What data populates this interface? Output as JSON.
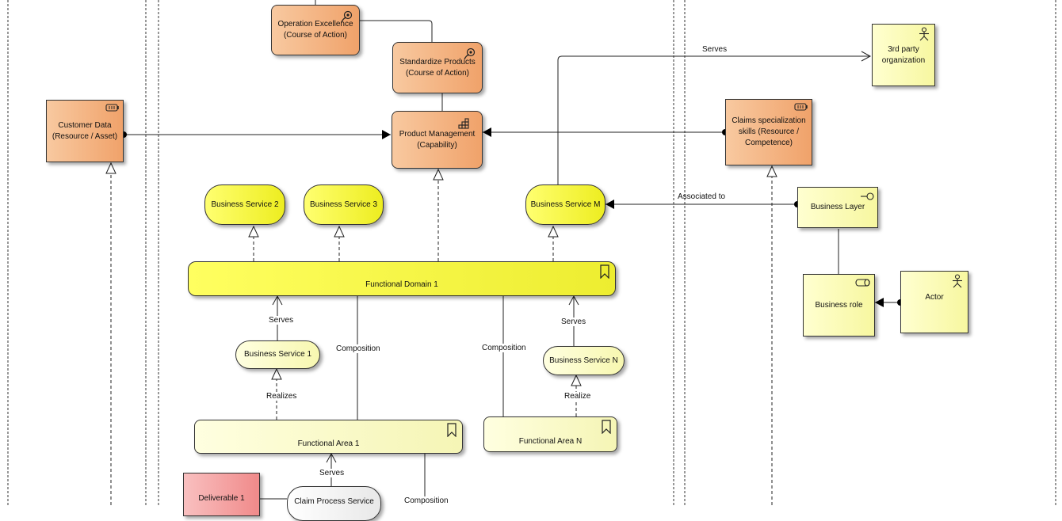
{
  "nodes": {
    "operation_excellence": "Operation Excellence\n(Course of Action)",
    "standardize_products": "Standardize Products\n(Course of Action)",
    "product_management": "Product Management\n(Capability)",
    "customer_data": "Customer Data\n(Resource / Asset)",
    "claims_skills": "Claims specialization\nskills (Resource /\nCompetence)",
    "third_party": "3rd party\norganization",
    "business_service_2": "Business Service 2",
    "business_service_3": "Business Service 3",
    "business_service_m": "Business Service M",
    "business_layer": "Business Layer",
    "business_role": "Business role",
    "actor": "Actor",
    "functional_domain_1": "Functional Domain 1",
    "business_service_1": "Business Service 1",
    "business_service_n": "Business Service N",
    "functional_area_1": "Functional Area 1",
    "functional_area_n": "Functional Area N",
    "deliverable_1": "Deliverable 1",
    "claim_process_service": "Claim Process Service"
  },
  "labels": {
    "serves_top": "Serves",
    "associated_to": "Associated to",
    "serves_bs1": "Serves",
    "realizes": "Realizes",
    "composition_left": "Composition",
    "composition_right": "Composition",
    "serves_bsn": "Serves",
    "realize": "Realize",
    "serves_claim": "Serves",
    "composition_bottom": "Composition"
  },
  "colors": {
    "strategy": "#f0a26a",
    "business_strong": "#eded20",
    "business_light": "#f7f7b0",
    "deliverable": "#f08a8a"
  }
}
